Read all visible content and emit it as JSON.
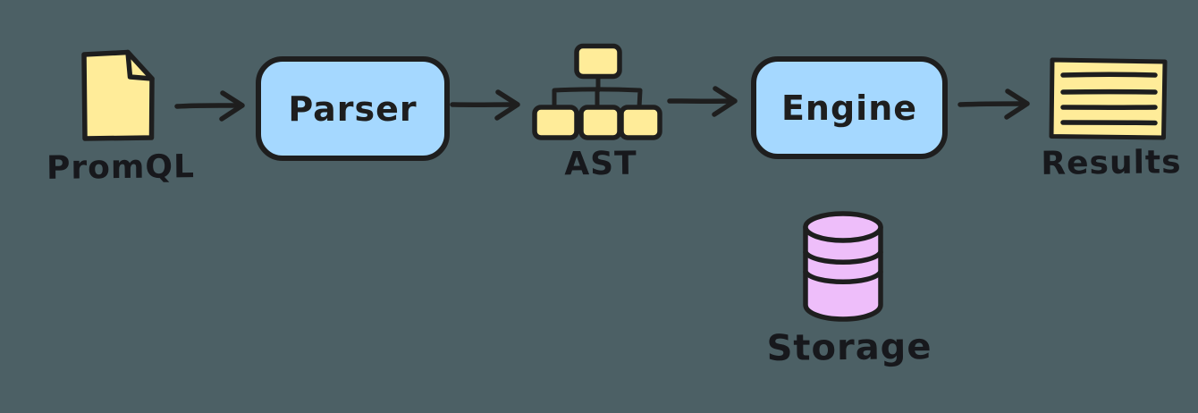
{
  "canvas": {
    "background_color": "#4c6065",
    "stroke_color": "#1e1e1e",
    "style": "hand-drawn diagram"
  },
  "nodes": {
    "promql": {
      "label": "PromQL",
      "icon": "document-icon",
      "fill": "#ffec99"
    },
    "parser": {
      "label": "Parser",
      "shape": "rounded-box",
      "fill": "#a5d8ff"
    },
    "ast": {
      "label": "AST",
      "icon": "tree-icon",
      "fill": "#ffec99"
    },
    "engine": {
      "label": "Engine",
      "shape": "rounded-box",
      "fill": "#a5d8ff"
    },
    "results": {
      "label": "Results",
      "icon": "note-icon",
      "fill": "#ffec99"
    },
    "storage": {
      "label": "Storage",
      "icon": "database-icon",
      "fill": "#eebefa"
    }
  },
  "edges": [
    {
      "from": "promql",
      "to": "parser"
    },
    {
      "from": "parser",
      "to": "ast"
    },
    {
      "from": "ast",
      "to": "engine"
    },
    {
      "from": "engine",
      "to": "results"
    }
  ]
}
